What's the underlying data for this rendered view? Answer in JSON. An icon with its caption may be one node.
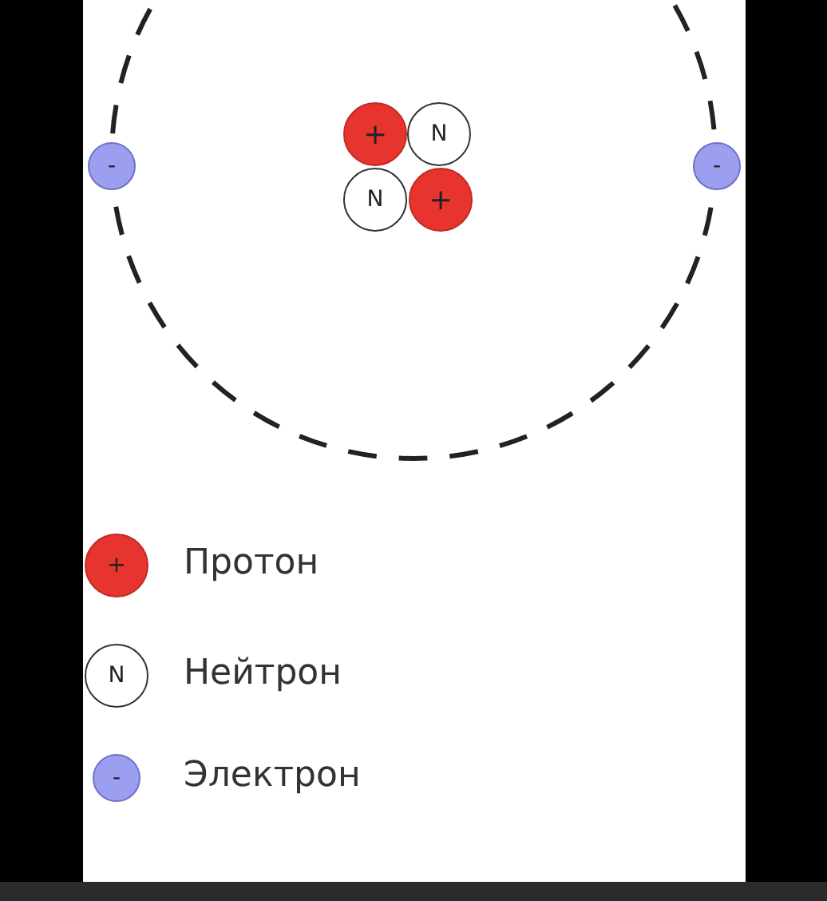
{
  "diagram": {
    "nodes": [
      {
        "text": [
          "+"
        ]
      },
      {
        "text": [
          "N"
        ]
      },
      {
        "text": [
          "-"
        ]
      },
      {
        "text": [
          "-"
        ]
      },
      {
        "text": [
          "N"
        ]
      },
      {
        "text": [
          "+"
        ]
      }
    ],
    "labels": [
      "+",
      "N",
      "-"
    ],
    "legend": [
      {
        "text": "Протон",
        "color": "#e8342f"
      },
      {
        "text": "Нейтрон",
        "color": "#ffffff"
      },
      {
        "text": "Электрон",
        "color": "#9c9ff0"
      }
    ]
  }
}
